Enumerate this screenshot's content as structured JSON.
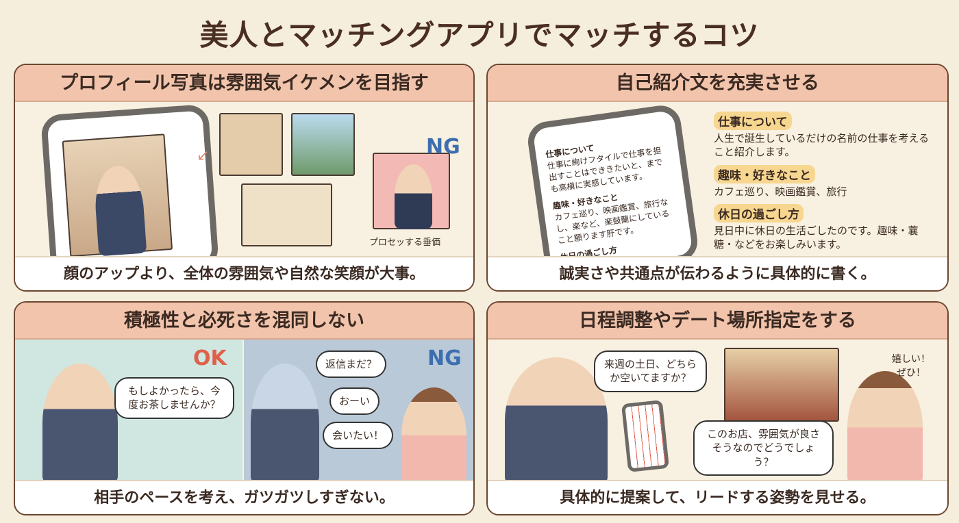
{
  "title": "美人とマッチングアプリでマッチするコツ",
  "panels": [
    {
      "heading": "プロフィール写真は雰囲気イケメンを目指す",
      "caption": "顔のアップより、全体の雰囲気や自然な笑顔が大事。",
      "ng_label": "NG",
      "ng_caption": "プロセッする垂価"
    },
    {
      "heading": "自己紹介文を充実させる",
      "caption": "誠実さや共通点が伝わるように具体的に書く。",
      "phone_text": [
        {
          "h": "仕事について",
          "t": "仕事に絢けフタイルで仕事を担出すことはでききたいと、までも高槇に実感しています。"
        },
        {
          "h": "趣味・好きなこと",
          "t": "カフェ巡り、映画鑑賞、旅行なし、楽など、楽鼓蘭にしていること願ります肝です。"
        },
        {
          "h": "休日の過ごし方",
          "t": ""
        }
      ],
      "sections": [
        {
          "h": "仕事について",
          "t": "人生で誕生しているだけの名前の仕事を考えること紹介します。"
        },
        {
          "h": "趣味・好きなこと",
          "t": "カフェ巡り、映画鑑賞、旅行"
        },
        {
          "h": "休日の過ごし方",
          "t": "見日中に休日の生活ごしたのです。趣味・蘘糖・などをお楽しみいます。"
        }
      ]
    },
    {
      "heading": "積極性と必死さを混同しない",
      "caption": "相手のペースを考え、ガツガツしすぎない。",
      "ok_label": "OK",
      "ok_bubble": "もしよかったら、今度お茶しませんか？",
      "ng_label": "NG",
      "ng_bubbles": [
        "返信まだ？",
        "おーい",
        "会いたい！"
      ]
    },
    {
      "heading": "日程調整やデート場所指定をする",
      "caption": "具体的に提案して、リードする姿勢を見せる。",
      "bubble1": "来週の土日、どちらか空いてますか？",
      "bubble2": "このお店、雰囲気が良さそうなのでどうでしょう？",
      "reply": "嬉しい！ぜひ！"
    }
  ],
  "colors": {
    "header": "#f2c4ac",
    "ng": "#3d6fb0",
    "ok": "#e0604a",
    "background": "#f6eedd"
  }
}
